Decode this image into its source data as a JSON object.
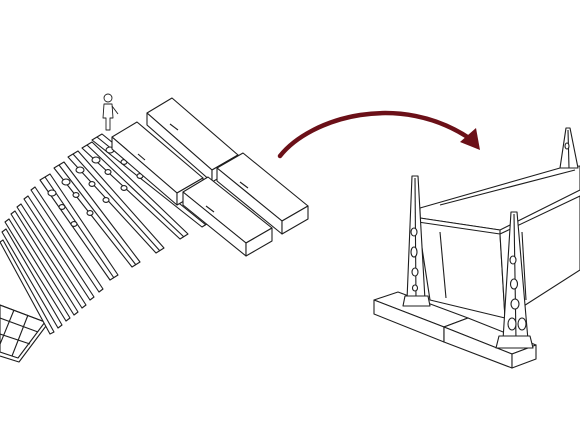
{
  "diagram": {
    "line_color": "#1e1e1e",
    "arrow_color": "#6b1018",
    "background": "#ffffff",
    "left_group": {
      "blocks_count": 4,
      "truss_count": 5,
      "beam_count": 7,
      "has_human_figure": true,
      "has_floor_grid": true
    },
    "right_group": {
      "assembled_structure": true,
      "vertical_posts": 3,
      "foundation_blocks": 2
    },
    "arrow_icon": "curved-arrow-right-icon"
  }
}
